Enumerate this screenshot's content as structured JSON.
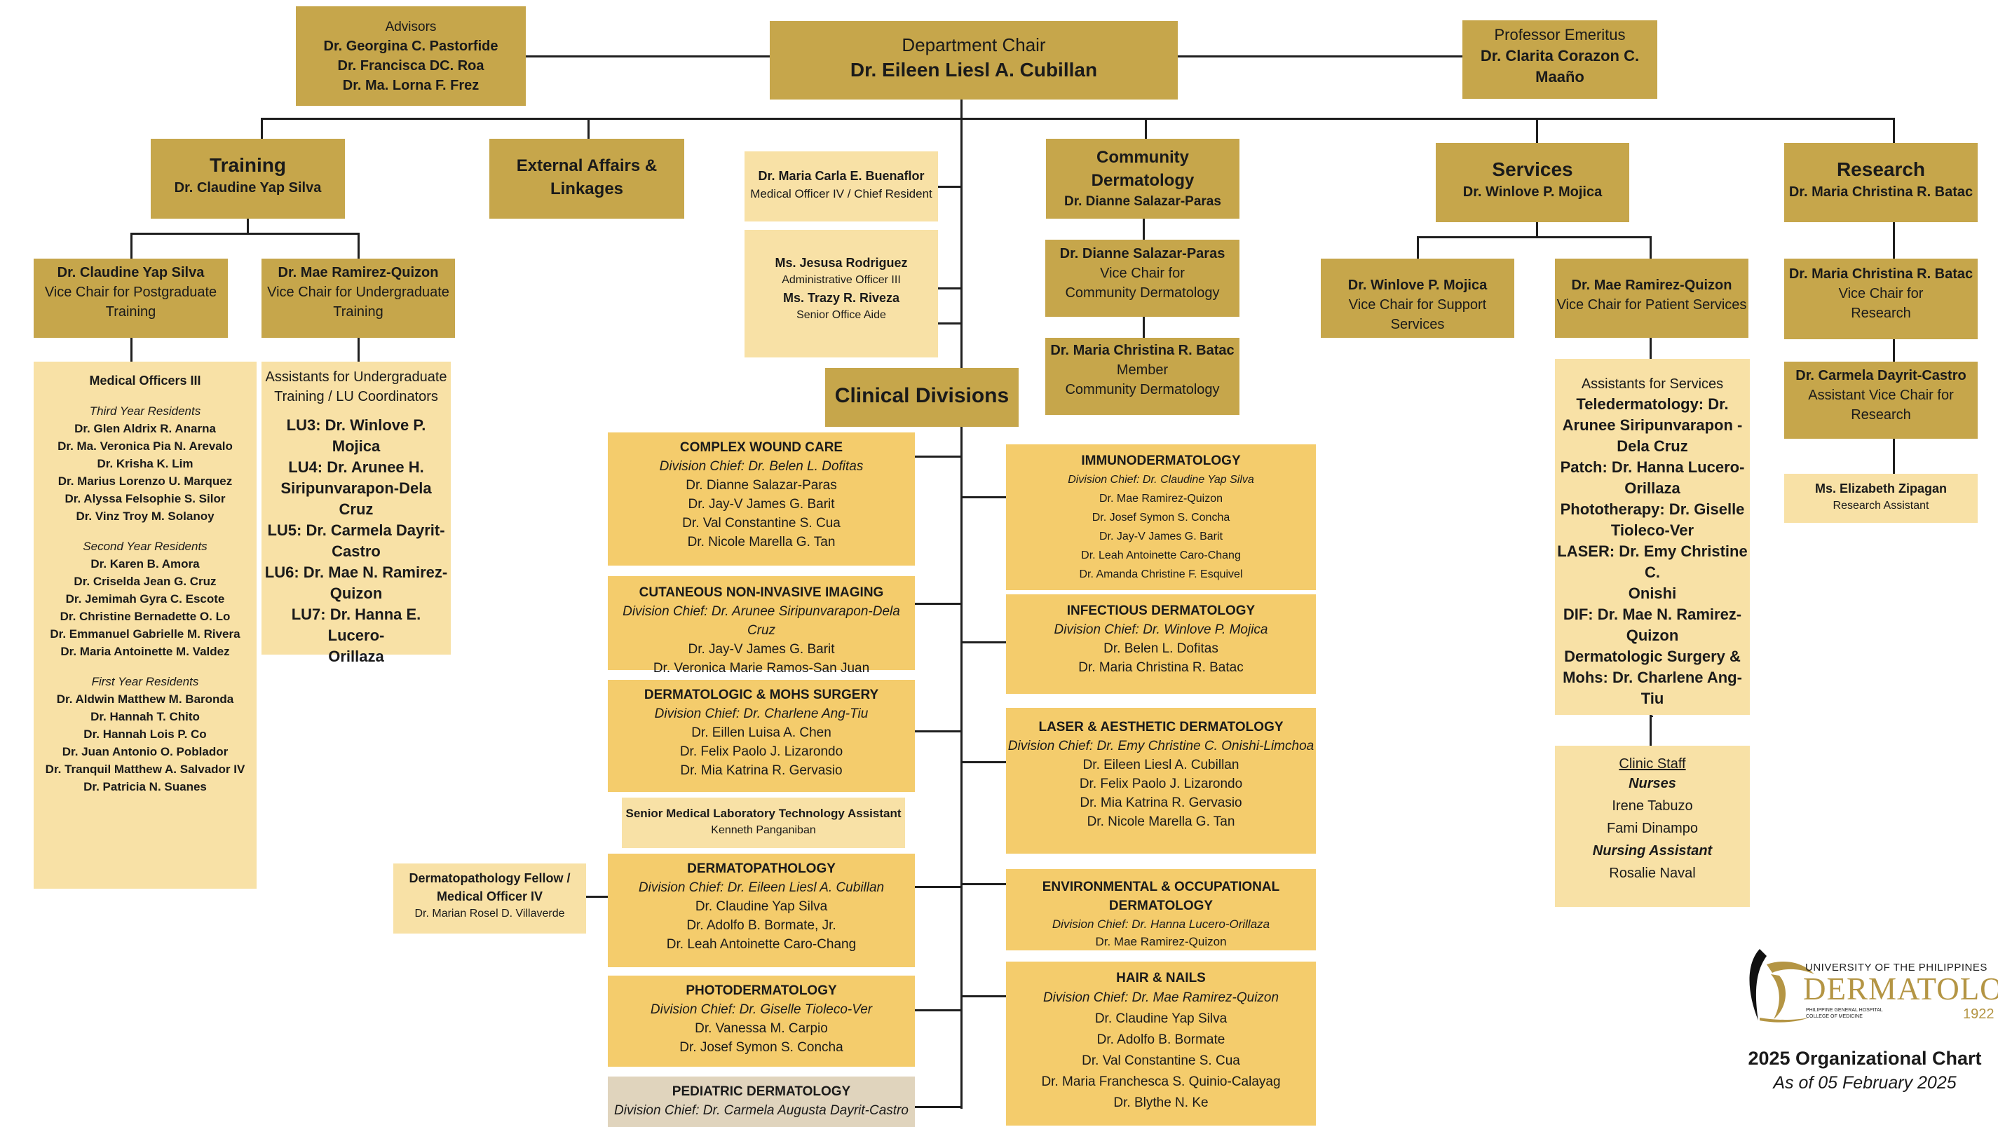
{
  "advisors": {
    "heading": "Advisors",
    "names": [
      "Dr. Georgina C. Pastorfide",
      "Dr. Francisca DC. Roa",
      "Dr. Ma. Lorna F. Frez"
    ]
  },
  "chair": {
    "role": "Department Chair",
    "name": "Dr. Eileen Liesl A. Cubillan"
  },
  "emeritus": {
    "role": "Professor Emeritus",
    "name_line1": "Dr. Clarita Corazon C.",
    "name_line2": "Maaño"
  },
  "training": {
    "title": "Training",
    "head": "Dr. Claudine Yap Silva"
  },
  "external": {
    "title_line1": "External Affairs &",
    "title_line2": "Linkages"
  },
  "chief_resident": {
    "name": "Dr. Maria Carla E. Buenaflor",
    "role": "Medical Officer IV / Chief Resident"
  },
  "admin": {
    "name1": "Ms. Jesusa Rodriguez",
    "role1": "Administrative Officer III",
    "name2": "Ms. Trazy R. Riveza",
    "role2": "Senior Office Aide"
  },
  "community": {
    "title_line1": "Community",
    "title_line2": "Dermatology",
    "head": "Dr. Dianne Salazar-Paras"
  },
  "community_vc": {
    "name": "Dr. Dianne Salazar-Paras",
    "role_line1": "Vice Chair for",
    "role_line2": "Community Dermatology"
  },
  "community_member": {
    "name": "Dr. Maria Christina R. Batac",
    "role_line1": "Member",
    "role_line2": "Community Dermatology"
  },
  "services": {
    "title": "Services",
    "head": "Dr. Winlove P. Mojica"
  },
  "research": {
    "title": "Research",
    "head": "Dr. Maria Christina R. Batac"
  },
  "pg_vc": {
    "name": "Dr. Claudine Yap Silva",
    "role_line1": "Vice Chair for Postgraduate",
    "role_line2": "Training"
  },
  "ug_vc": {
    "name": "Dr. Mae Ramirez-Quizon",
    "role_line1": "Vice Chair for Undergraduate",
    "role_line2": "Training"
  },
  "support_vc": {
    "name": "Dr. Winlove P. Mojica",
    "role": "Vice Chair for Support Services"
  },
  "patient_vc": {
    "name": "Dr. Mae Ramirez-Quizon",
    "role": "Vice Chair for Patient Services"
  },
  "research_vc": {
    "name": "Dr. Maria Christina R. Batac",
    "role_line1": "Vice Chair for",
    "role_line2": "Research"
  },
  "research_avc": {
    "name": "Dr. Carmela Dayrit-Castro",
    "role_line1": "Assistant Vice Chair for",
    "role_line2": "Research"
  },
  "research_asst": {
    "name": "Ms. Elizabeth Zipagan",
    "role": "Research Assistant"
  },
  "medical_officers": {
    "heading": "Medical Officers III",
    "third_label": "Third Year Residents",
    "third": [
      "Dr. Glen Aldrix R. Anarna",
      "Dr. Ma. Veronica Pia N. Arevalo",
      "Dr. Krisha K. Lim",
      "Dr. Marius Lorenzo U. Marquez",
      "Dr. Alyssa Felsophie S. Silor",
      "Dr. Vinz Troy M. Solanoy"
    ],
    "second_label": "Second Year Residents",
    "second": [
      "Dr. Karen B. Amora",
      "Dr. Criselda Jean G. Cruz",
      "Dr. Jemimah Gyra C. Escote",
      "Dr. Christine Bernadette O. Lo",
      "Dr. Emmanuel Gabrielle M. Rivera",
      "Dr. Maria Antoinette M. Valdez"
    ],
    "first_label": "First Year Residents",
    "first": [
      "Dr. Aldwin Matthew M. Baronda",
      "Dr. Hannah T. Chito",
      "Dr. Hannah Lois P. Co",
      "Dr. Juan Antonio O. Poblador",
      "Dr. Tranquil Matthew A. Salvador IV",
      "Dr. Patricia N. Suanes"
    ]
  },
  "ug_assistants": {
    "heading_line1": "Assistants for Undergraduate",
    "heading_line2": "Training / LU Coordinators",
    "lines": [
      "LU3: Dr. Winlove P. Mojica",
      "LU4: Dr. Arunee H.",
      "Siripunvarapon-Dela Cruz",
      "LU5: Dr. Carmela Dayrit-",
      "Castro",
      "LU6: Dr. Mae N. Ramirez-",
      "Quizon",
      "LU7: Dr. Hanna E. Lucero-",
      "Orillaza"
    ]
  },
  "service_assistants": {
    "heading": "Assistants for Services",
    "lines": [
      "Teledermatology: Dr.",
      "Arunee Siripunvarapon -",
      "Dela Cruz",
      "Patch: Dr. Hanna Lucero-",
      "Orillaza",
      "Phototherapy: Dr. Giselle",
      "Tioleco-Ver",
      "LASER: Dr. Emy Christine C.",
      "Onishi",
      "DIF: Dr. Mae N. Ramirez-",
      "Quizon",
      "Dermatologic Surgery &",
      "Mohs: Dr. Charlene Ang-Tiu",
      "."
    ]
  },
  "clinic_staff": {
    "heading": "Clinic Staff",
    "nurses_label": "Nurses",
    "nurses": [
      "Irene Tabuzo",
      "Fami Dinampo"
    ],
    "na_label": "Nursing Assistant",
    "na": [
      "Rosalie Naval"
    ]
  },
  "clinical_divisions": {
    "title": "Clinical Divisions"
  },
  "divisions_left": [
    {
      "name": "COMPLEX WOUND CARE",
      "chief": "Division Chief: Dr. Belen L. Dofitas",
      "members": [
        "Dr. Dianne Salazar-Paras",
        "Dr. Jay-V James G. Barit",
        "Dr. Val Constantine S. Cua",
        "Dr. Nicole Marella G. Tan"
      ]
    },
    {
      "name": "CUTANEOUS NON-INVASIVE IMAGING",
      "chief": "Division Chief: Dr. Arunee Siripunvarapon-Dela Cruz",
      "members": [
        "Dr. Jay-V James G. Barit",
        "Dr. Veronica Marie Ramos-San Juan"
      ]
    },
    {
      "name": "DERMATOLOGIC & MOHS SURGERY",
      "chief": "Division Chief: Dr. Charlene Ang-Tiu",
      "members": [
        "Dr. Eillen Luisa A. Chen",
        "Dr. Felix Paolo J. Lizarondo",
        "Dr. Mia Katrina R. Gervasio"
      ]
    },
    {
      "name": "DERMATOPATHOLOGY",
      "chief": "Division Chief: Dr. Eileen Liesl A. Cubillan",
      "members": [
        "Dr. Claudine Yap Silva",
        "Dr. Adolfo B. Bormate, Jr.",
        "Dr. Leah Antoinette Caro-Chang"
      ]
    },
    {
      "name": "PHOTODERMATOLOGY",
      "chief": "Division Chief: Dr. Giselle Tioleco-Ver",
      "members": [
        "Dr. Vanessa M. Carpio",
        "Dr. Josef Symon S. Concha"
      ]
    },
    {
      "name": "PEDIATRIC DERMATOLOGY",
      "chief": "Division Chief: Dr. Carmela Augusta Dayrit-Castro",
      "members": []
    }
  ],
  "lab_assistant": {
    "role": "Senior Medical  Laboratory Technology Assistant",
    "name": "Kenneth Panganiban"
  },
  "dermpath_fellow": {
    "role_line1": "Dermatopathology Fellow /",
    "role_line2": "Medical Officer IV",
    "name": "Dr. Marian Rosel D. Villaverde"
  },
  "divisions_right": [
    {
      "name": "IMMUNODERMATOLOGY",
      "chief": "Division Chief: Dr. Claudine Yap Silva",
      "members": [
        "Dr. Mae Ramirez-Quizon",
        "Dr. Josef Symon S. Concha",
        "Dr. Jay-V James G. Barit",
        "Dr. Leah Antoinette Caro-Chang",
        "Dr. Amanda Christine F. Esquivel"
      ]
    },
    {
      "name": "INFECTIOUS DERMATOLOGY",
      "chief": "Division Chief: Dr. Winlove P. Mojica",
      "members": [
        "Dr. Belen L. Dofitas",
        "Dr. Maria Christina R. Batac"
      ]
    },
    {
      "name": "LASER & AESTHETIC DERMATOLOGY",
      "chief": "Division Chief: Dr. Emy Christine C. Onishi-Limchoa",
      "members": [
        "Dr. Eileen Liesl A. Cubillan",
        "Dr. Felix Paolo J. Lizarondo",
        "Dr. Mia Katrina R. Gervasio",
        "Dr. Nicole Marella G. Tan"
      ]
    },
    {
      "name": "ENVIRONMENTAL & OCCUPATIONAL DERMATOLOGY",
      "chief": "Division Chief: Dr. Hanna Lucero-Orillaza",
      "members": [
        "Dr. Mae Ramirez-Quizon"
      ]
    },
    {
      "name": "HAIR & NAILS",
      "chief": "Division Chief: Dr. Mae Ramirez-Quizon",
      "members": [
        "Dr. Claudine Yap Silva",
        "Dr. Adolfo B. Bormate",
        "Dr. Val Constantine S. Cua",
        "Dr. Maria Franchesca S. Quinio-Calayag",
        "Dr. Blythe N. Ke"
      ]
    }
  ],
  "logo": {
    "university": "UNIVERSITY OF THE PHILIPPINES",
    "word": "DERMATOLOGY",
    "sub1": "PHILIPPINE GENERAL HOSPITAL",
    "sub2": "COLLEGE OF MEDICINE",
    "year": "1922"
  },
  "footer": {
    "title": "2025 Organizational Chart",
    "date": "As of 05 February 2025"
  },
  "colors": {
    "gold": "#c6a64b",
    "yellow": "#f4cc6c",
    "pale": "#f8e1a6",
    "taupe": "#e0d4bd",
    "line": "#1f1f1f"
  }
}
